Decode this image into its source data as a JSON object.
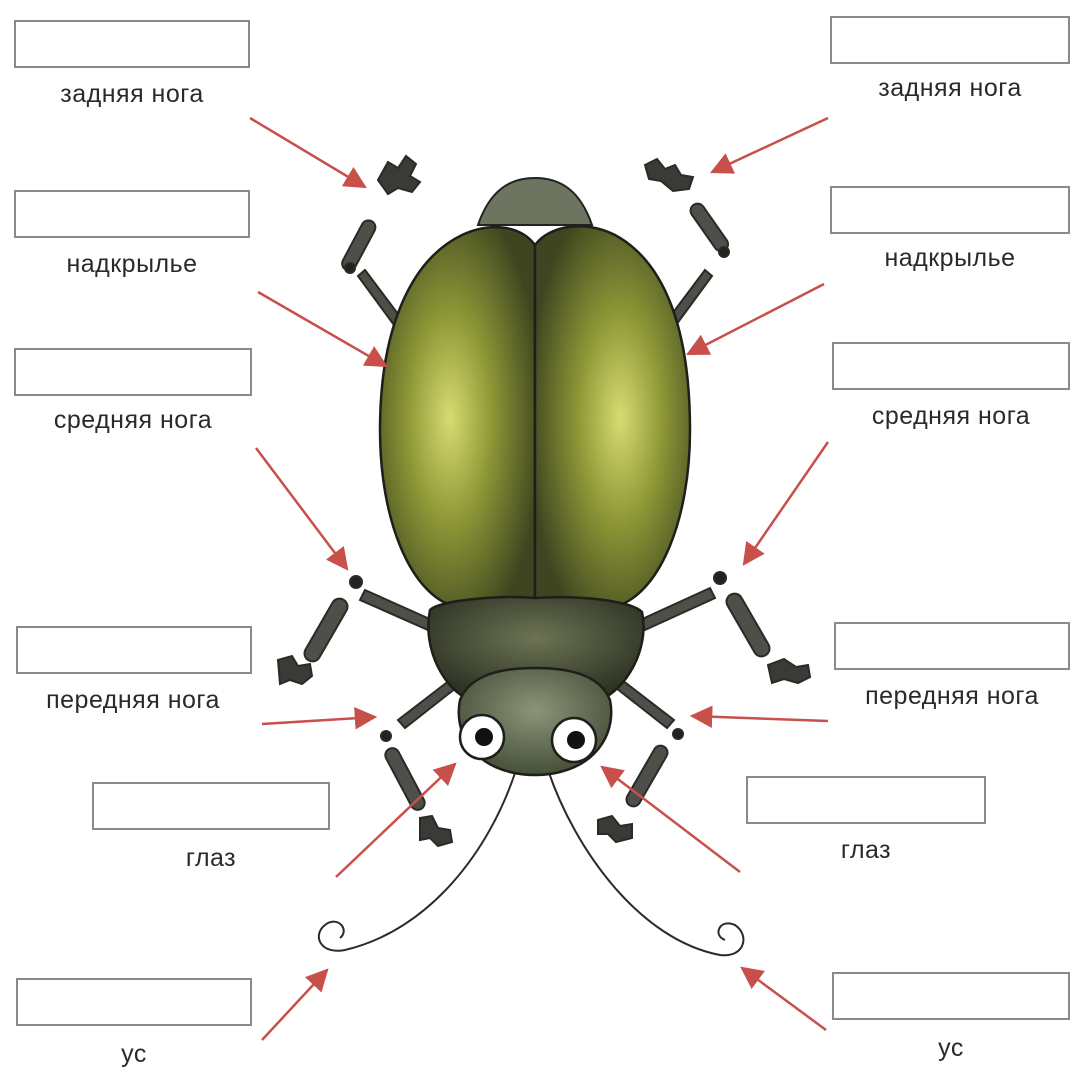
{
  "labels": {
    "left": [
      "задняя нога",
      "надкрылье",
      "средняя нога",
      "передняя нога",
      "глаз",
      "ус"
    ],
    "right": [
      "задняя нога",
      "надкрылье",
      "средняя нога",
      "передняя нога",
      "глаз",
      "ус"
    ]
  },
  "colors": {
    "arrow": "#c8504a",
    "box_border": "#8a8a8a",
    "beetle_elytra": "#6e7a2c",
    "beetle_dark": "#3b4220",
    "beetle_leg": "#4a4a44"
  }
}
